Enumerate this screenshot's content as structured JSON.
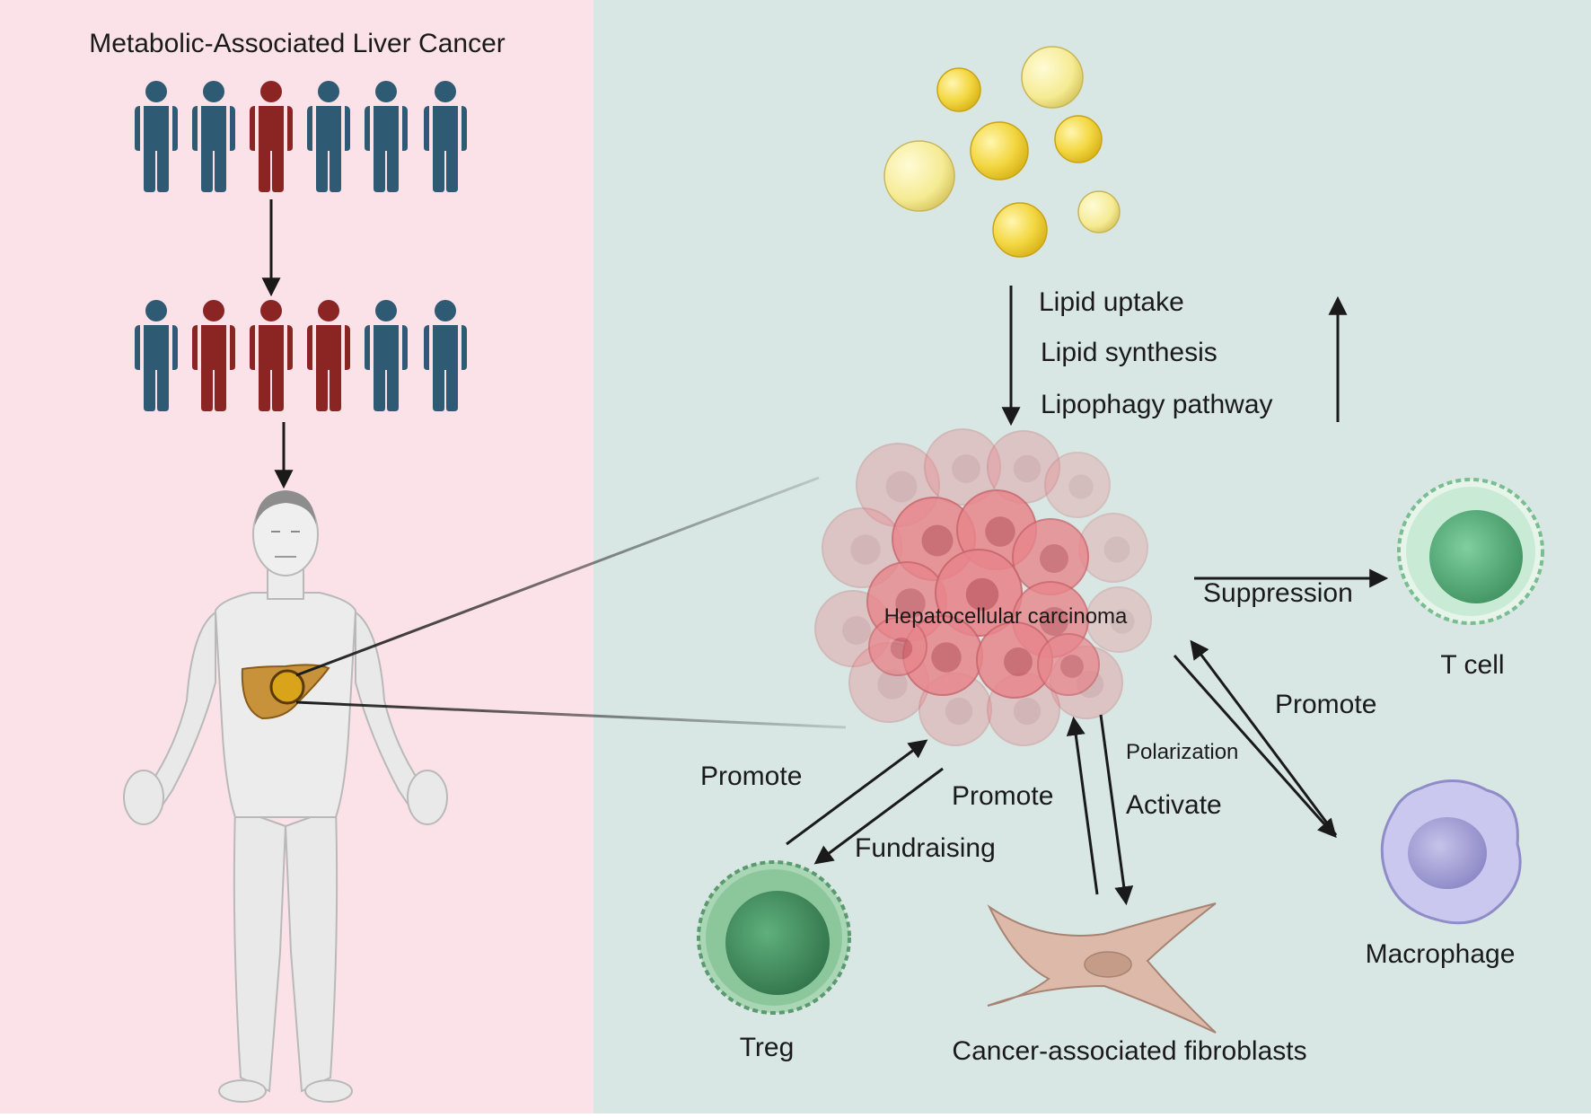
{
  "title": "Metabolic-Associated Liver Cancer",
  "lipid_labels": [
    "Lipid uptake",
    "Lipid synthesis",
    "Lipophagy pathway"
  ],
  "center_label": "Hepatocellular carcinoma",
  "cells": {
    "tcell": "T cell",
    "treg": "Treg",
    "fibroblast": "Cancer-associated fibroblasts",
    "macrophage": "Macrophage"
  },
  "interactions": {
    "suppression": "Suppression",
    "promote_macrophage": "Promote",
    "polarization": "Polarization",
    "activate": "Activate",
    "promote_fibroblast": "Promote",
    "promote_treg": "Promote",
    "fundraising": "Fundraising"
  },
  "colors": {
    "left_bg": "#fbe2e8",
    "right_bg": "#d8e7e3",
    "person_blue": "#2e5a73",
    "person_red": "#8b2524",
    "tumor": "#e8868c",
    "lipid": "#f3d742",
    "tcell": "#8fd0ac",
    "treg": "#5faa7a",
    "macrophage": "#b3b2e0",
    "fibroblast": "#d8b4a3"
  },
  "people": {
    "row1": [
      "blue",
      "blue",
      "red",
      "blue",
      "blue",
      "blue"
    ],
    "row2": [
      "blue",
      "red",
      "red",
      "red",
      "blue",
      "blue"
    ]
  }
}
